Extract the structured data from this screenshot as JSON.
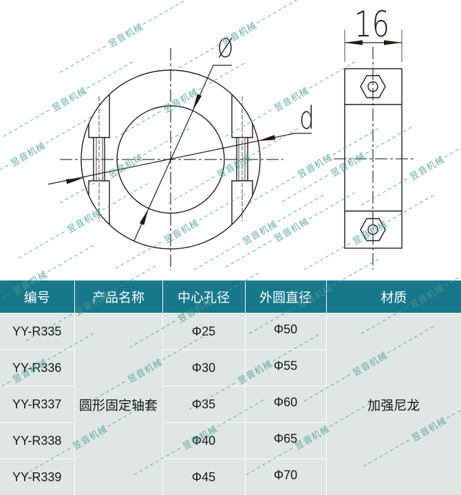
{
  "theme": {
    "header_bg": "#17788c",
    "row_bg": "#dfe6e3",
    "watermark": "#4e9a92",
    "line": "#231815"
  },
  "drawing": {
    "front_view": {
      "bore_diameter_symbol": "Ø",
      "outer_diameter_label": "d"
    },
    "side_view": {
      "width_dimension": "16"
    }
  },
  "table": {
    "headers": [
      "编号",
      "产品名称",
      "中心孔径",
      "外圆直径",
      "材质"
    ],
    "product_name": "圆形固定轴套",
    "material": "加强尼龙",
    "rows": [
      {
        "code": "YY-R335",
        "bore": "Φ25",
        "outer": "Φ50"
      },
      {
        "code": "YY-R336",
        "bore": "Φ30",
        "outer": "Φ55"
      },
      {
        "code": "YY-R337",
        "bore": "Φ35",
        "outer": "Φ60"
      },
      {
        "code": "YY-R338",
        "bore": "Φ40",
        "outer": "Φ65"
      },
      {
        "code": "YY-R339",
        "bore": "Φ45",
        "outer": "Φ70"
      }
    ]
  },
  "watermark": {
    "text": "昱音机械"
  }
}
